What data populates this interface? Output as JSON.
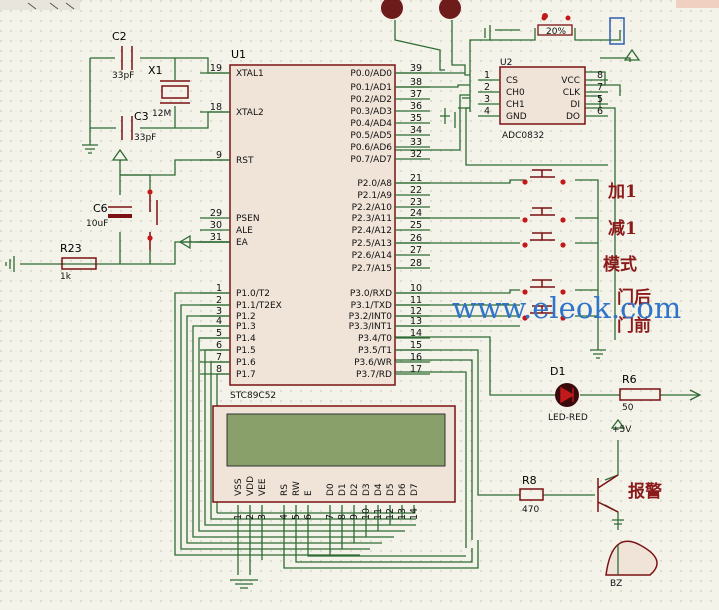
{
  "schematic": {
    "components": {
      "C2": {
        "ref": "C2",
        "value": "33pF"
      },
      "C3": {
        "ref": "C3",
        "value": "33pF"
      },
      "X1": {
        "ref": "X1",
        "value": "12M"
      },
      "C6": {
        "ref": "C6",
        "value": "10uF"
      },
      "R23": {
        "ref": "R23",
        "value": "1k"
      },
      "U1": {
        "ref": "U1",
        "part": "STC89C52"
      },
      "U2": {
        "ref": "U2",
        "part": "ADC0832",
        "pot": "20%"
      },
      "D1": {
        "ref": "D1",
        "part": "LED-RED"
      },
      "R6": {
        "ref": "R6",
        "value": "50"
      },
      "R8": {
        "ref": "R8",
        "value": "470"
      },
      "BZ": {
        "ref": "BZ"
      },
      "VCC": {
        "label": "+5V"
      }
    },
    "u1_left_pins": [
      {
        "name": "XTAL1",
        "num": "19"
      },
      {
        "name": "XTAL2",
        "num": "18"
      },
      {
        "name": "RST",
        "num": "9"
      },
      {
        "name": "PSEN",
        "num": "29"
      },
      {
        "name": "ALE",
        "num": "30"
      },
      {
        "name": "EA",
        "num": "31"
      },
      {
        "name": "P1.0/T2",
        "num": "1"
      },
      {
        "name": "P1.1/T2EX",
        "num": "2"
      },
      {
        "name": "P1.2",
        "num": "3"
      },
      {
        "name": "P1.3",
        "num": "4"
      },
      {
        "name": "P1.4",
        "num": "5"
      },
      {
        "name": "P1.5",
        "num": "6"
      },
      {
        "name": "P1.6",
        "num": "7"
      },
      {
        "name": "P1.7",
        "num": "8"
      }
    ],
    "u1_right_pins": [
      {
        "name": "P0.0/AD0",
        "num": "39"
      },
      {
        "name": "P0.1/AD1",
        "num": "38"
      },
      {
        "name": "P0.2/AD2",
        "num": "37"
      },
      {
        "name": "P0.3/AD3",
        "num": "36"
      },
      {
        "name": "P0.4/AD4",
        "num": "35"
      },
      {
        "name": "P0.5/AD5",
        "num": "34"
      },
      {
        "name": "P0.6/AD6",
        "num": "33"
      },
      {
        "name": "P0.7/AD7",
        "num": "32"
      },
      {
        "name": "P2.0/A8",
        "num": "21"
      },
      {
        "name": "P2.1/A9",
        "num": "22"
      },
      {
        "name": "P2.2/A10",
        "num": "23"
      },
      {
        "name": "P2.3/A11",
        "num": "24"
      },
      {
        "name": "P2.4/A12",
        "num": "25"
      },
      {
        "name": "P2.5/A13",
        "num": "26"
      },
      {
        "name": "P2.6/A14",
        "num": "27"
      },
      {
        "name": "P2.7/A15",
        "num": "28"
      },
      {
        "name": "P3.0/RXD",
        "num": "10"
      },
      {
        "name": "P3.1/TXD",
        "num": "11"
      },
      {
        "name": "P3.2/INT0",
        "num": "12"
      },
      {
        "name": "P3.3/INT1",
        "num": "13"
      },
      {
        "name": "P3.4/T0",
        "num": "14"
      },
      {
        "name": "P3.5/T1",
        "num": "15"
      },
      {
        "name": "P3.6/WR",
        "num": "16"
      },
      {
        "name": "P3.7/RD",
        "num": "17"
      }
    ],
    "u2_left_pins": [
      {
        "name": "CS",
        "num": "1"
      },
      {
        "name": "CH0",
        "num": "2"
      },
      {
        "name": "CH1",
        "num": "3"
      },
      {
        "name": "GND",
        "num": "4"
      }
    ],
    "u2_right_pins": [
      {
        "name": "VCC",
        "num": "8"
      },
      {
        "name": "CLK",
        "num": "7"
      },
      {
        "name": "DI",
        "num": "5"
      },
      {
        "name": "DO",
        "num": "6"
      }
    ],
    "lcd_pins": [
      {
        "name": "VSS",
        "num": "1"
      },
      {
        "name": "VDD",
        "num": "2"
      },
      {
        "name": "VEE",
        "num": "3"
      },
      {
        "name": "RS",
        "num": "4"
      },
      {
        "name": "RW",
        "num": "5"
      },
      {
        "name": "E",
        "num": "6"
      },
      {
        "name": "D0",
        "num": "7"
      },
      {
        "name": "D1",
        "num": "8"
      },
      {
        "name": "D2",
        "num": "9"
      },
      {
        "name": "D3",
        "num": "10"
      },
      {
        "name": "D4",
        "num": "11"
      },
      {
        "name": "D5",
        "num": "12"
      },
      {
        "name": "D6",
        "num": "13"
      },
      {
        "name": "D7",
        "num": "14"
      }
    ],
    "annotations": {
      "btn_add": "加1",
      "btn_sub": "减1",
      "btn_mode": "模式",
      "btn_back": "门后",
      "btn_front": "门前",
      "alarm": "报警"
    },
    "watermark": "www.eleok.com"
  }
}
